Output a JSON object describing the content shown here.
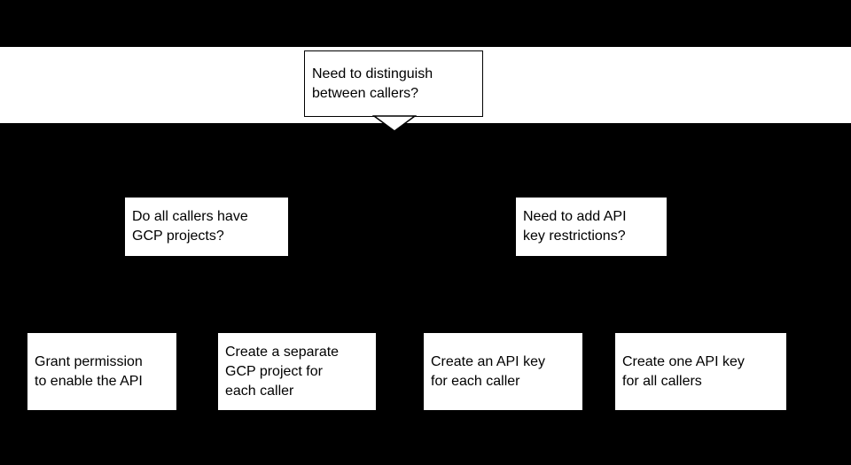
{
  "diagram": {
    "type": "decision-flowchart",
    "background_color": "#000000",
    "node_fill_color": "#ffffff",
    "node_text_color": "#000000",
    "root": {
      "label": "Need to distinguish\nbetween callers?"
    },
    "questions": [
      {
        "label": "Do all callers have\nGCP projects?"
      },
      {
        "label": "Need to add API\nkey restrictions?"
      }
    ],
    "outcomes": [
      {
        "label": "Grant permission\nto enable the API"
      },
      {
        "label": "Create a separate\nGCP project for\neach caller"
      },
      {
        "label": "Create an API key\nfor each caller"
      },
      {
        "label": "Create one API key\nfor all callers"
      }
    ]
  }
}
